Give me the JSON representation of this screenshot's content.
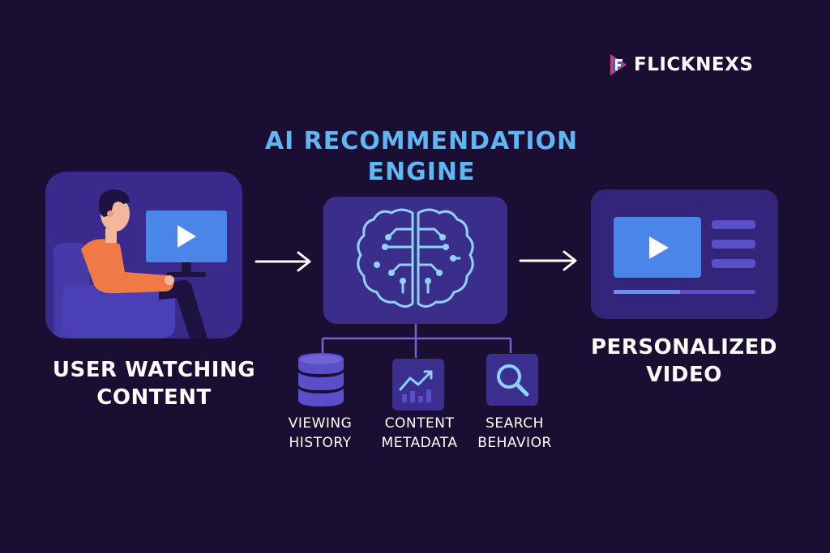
{
  "brand": {
    "name": "FLICKNEXS",
    "icon": "brand-play-icon"
  },
  "engine": {
    "title_line1": "AI RECOMMENDATION",
    "title_line2": "ENGINE",
    "icon": "brain-circuit-icon"
  },
  "user_panel": {
    "label_line1": "USER WATCHING",
    "label_line2": "CONTENT",
    "icon": "person-watching-screen-icon"
  },
  "video_panel": {
    "label_line1": "PERSONALIZED",
    "label_line2": "VIDEO",
    "icon": "video-player-icon"
  },
  "inputs": [
    {
      "label_line1": "VIEWING",
      "label_line2": "HISTORY",
      "icon": "database-icon"
    },
    {
      "label_line1": "CONTENT",
      "label_line2": "METADATA",
      "icon": "trend-chart-icon"
    },
    {
      "label_line1": "SEARCH",
      "label_line2": "BEHAVIOR",
      "icon": "search-icon"
    }
  ],
  "colors": {
    "background": "#1b0e33",
    "panel": "#3a2a8c",
    "accent_blue": "#5fb6f5",
    "screen_blue": "#4a85ea",
    "bar_purple": "#5a4fc8",
    "shirt_orange": "#f07a45"
  }
}
